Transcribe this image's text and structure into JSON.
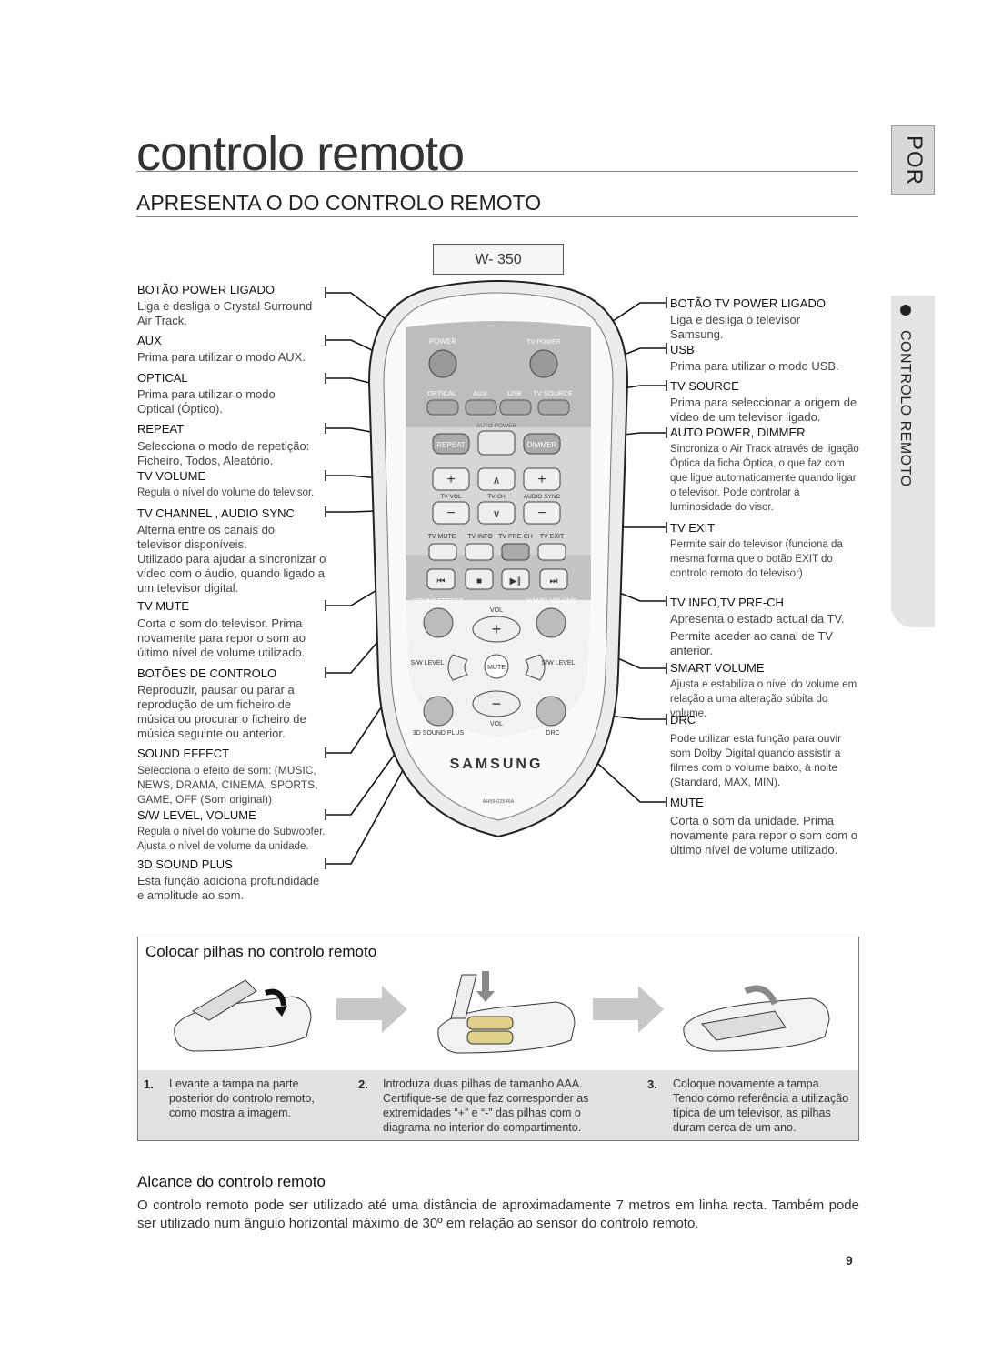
{
  "header": {
    "title": "controlo remoto",
    "subtitle": "APRESENTA  O DO CONTROLO REMOTO",
    "language_tab": "POR",
    "side_tab": "CONTROLO REMOTO",
    "model": "W- 350"
  },
  "left_labels": [
    {
      "heading": "BOTÃO POWER LIGADO",
      "desc": "Liga e desliga o Crystal Surround Air Track."
    },
    {
      "heading": "AUX",
      "desc": "Prima para utilizar o modo AUX."
    },
    {
      "heading": "OPTICAL",
      "desc": "Prima para utilizar o modo Optical (Óptico)."
    },
    {
      "heading": "REPEAT",
      "desc": "Selecciona o modo de repetição: Ficheiro, Todos, Aleatório."
    },
    {
      "heading": "TV VOLUME",
      "desc": "Regula o nível do volume do televisor."
    },
    {
      "heading": "TV CHANNEL , AUDIO SYNC",
      "desc": "Alterna entre os canais do televisor disponíveis.",
      "desc2": "Utilizado para ajudar a sincronizar o vídeo com o áudio, quando ligado a um televisor digital."
    },
    {
      "heading": "TV MUTE",
      "desc": "Corta o som do televisor. Prima novamente para repor o som ao último nível de volume utilizado."
    },
    {
      "heading": "BOTÕES DE CONTROLO",
      "desc": "Reproduzir, pausar ou parar a reprodução de um ficheiro de música ou procurar o ficheiro de música seguinte ou anterior."
    },
    {
      "heading": "SOUND EFFECT",
      "desc": "Selecciona o efeito de som: (MUSIC, NEWS, DRAMA, CINEMA, SPORTS, GAME, OFF (Som original))"
    },
    {
      "heading": "S/W LEVEL, VOLUME",
      "desc": "Regula o nível do volume do Subwoofer. Ajusta o nível de volume da unidade."
    },
    {
      "heading": "3D SOUND PLUS",
      "desc": "Esta função adiciona profundidade e amplitude ao som."
    }
  ],
  "right_labels": [
    {
      "heading": "BOTÃO TV POWER LIGADO",
      "desc": "Liga e desliga o televisor Samsung."
    },
    {
      "heading": "USB",
      "desc": "Prima para utilizar o modo USB."
    },
    {
      "heading": "TV SOURCE",
      "desc": "Prima para seleccionar a origem de vídeo de um televisor ligado."
    },
    {
      "heading": "AUTO POWER, DIMMER",
      "desc": "Sincroniza o Air Track através de ligação Óptica da ficha Óptica, o que faz com que ligue automaticamente quando ligar o televisor. Pode controlar a luminosidade do visor."
    },
    {
      "heading": "TV EXIT",
      "desc": "Permite sair do televisor (funciona da mesma forma que o botão EXIT do controlo remoto do televisor)"
    },
    {
      "heading": "TV INFO,TV PRE-CH",
      "desc": "Apresenta o estado actual da TV.",
      "desc2": "Permite aceder ao canal de TV anterior."
    },
    {
      "heading": "SMART VOLUME",
      "desc": "Ajusta e estabiliza o nível do volume em relação a uma alteração súbita do volume."
    },
    {
      "heading": "DRC",
      "desc": "Pode utilizar esta função para ouvir som Dolby Digital quando assistir a filmes com o volume baixo, à noite (Standard, MAX, MIN)."
    },
    {
      "heading": "MUTE",
      "desc": "Corta o som da unidade. Prima novamente para repor o som com o último nível de volume utilizado."
    }
  ],
  "remote": {
    "power": "POWER",
    "tv_power": "TV POWER",
    "optical": "OPTICAL",
    "aux": "AUX",
    "usb": "USB",
    "tv_source": "TV SOURCE",
    "auto_power": "AUTO POWER",
    "repeat": "REPEAT",
    "dimmer": "DIMMER",
    "tv_vol": "TV VOL",
    "tv_ch": "TV CH",
    "audio_sync": "AUDIO SYNC",
    "tv_mute": "TV MUTE",
    "tv_info": "TV INFO",
    "tv_prech": "TV PRE-CH",
    "tv_exit": "TV EXIT",
    "sound_effect": "SOUND EFFECT",
    "smart_volume": "SMART VOLUME",
    "vol": "VOL",
    "sw_level": "S/W LEVEL",
    "mute": "MUTE",
    "sound3d": "3D SOUND PLUS",
    "drc": "DRC",
    "brand": "SAMSUNG",
    "part": "AH59-02546A"
  },
  "batteries": {
    "title": "Colocar pilhas no controlo remoto",
    "steps": [
      {
        "n": "1.",
        "text": "Levante a tampa na parte posterior do controlo remoto, como mostra a imagem."
      },
      {
        "n": "2.",
        "text": "Introduza duas pilhas de tamanho AAA. Certifique-se de que faz corresponder as extremidades “+” e “-” das pilhas com o diagrama no interior do compartimento."
      },
      {
        "n": "3.",
        "text": "Coloque novamente a tampa. Tendo como referência a utilização típica de um televisor, as pilhas duram cerca de um ano."
      }
    ]
  },
  "range": {
    "title": "Alcance do controlo remoto",
    "text": "O controlo remoto pode ser utilizado até uma distância de aproximadamente 7 metros em linha recta. Também pode ser utilizado num ângulo horizontal máximo de 30º em relação ao sensor do controlo remoto."
  },
  "page_number": "9"
}
